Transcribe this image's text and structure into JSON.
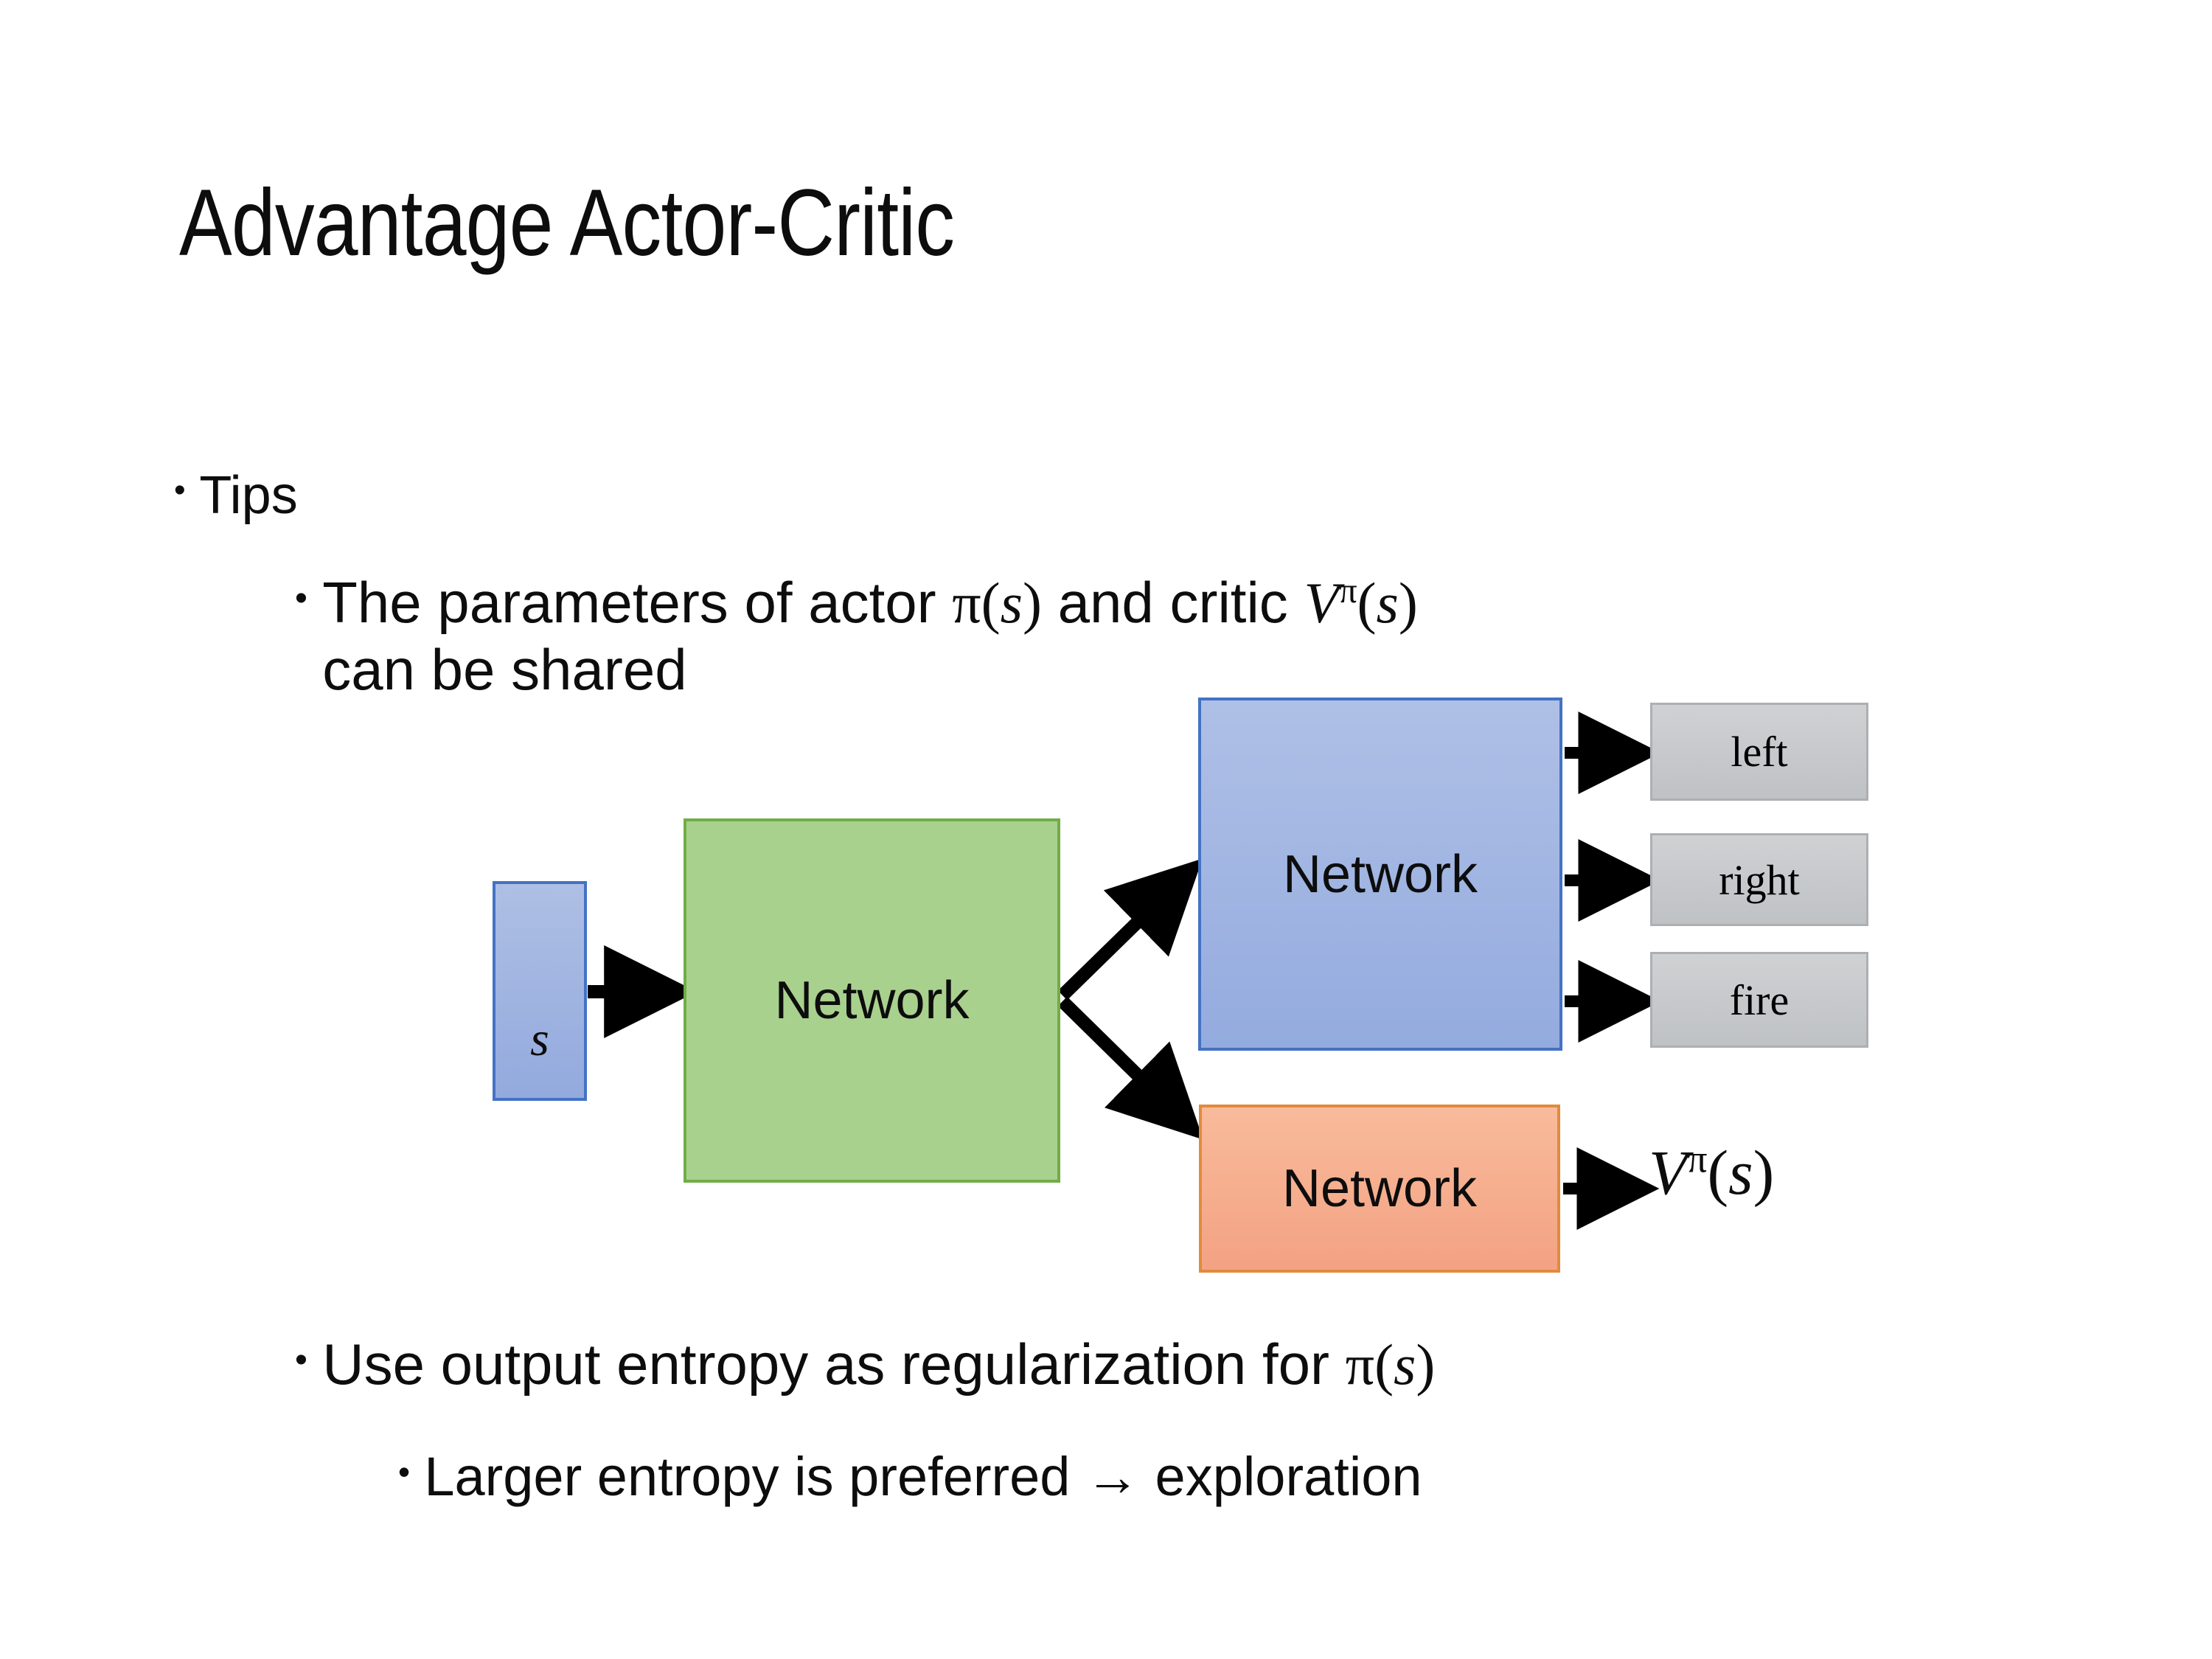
{
  "slide": {
    "title": "Advantage Actor-Critic",
    "background_color": "#ffffff"
  },
  "bullets": {
    "tips": {
      "marker": "•",
      "text": "Tips"
    },
    "parameters": {
      "marker": "•",
      "text_part1": "The parameters of actor ",
      "math_pi_s": "π(s)",
      "text_part2": "  and critic ",
      "math_v_pi_s": "Vπ(s)",
      "text_line2": "can be shared"
    },
    "entropy": {
      "marker": "•",
      "text": "Use output entropy as regularization for ",
      "math_pi_s": "π(s)"
    },
    "larger": {
      "marker": "•",
      "text": "Larger entropy is preferred → exploration"
    }
  },
  "diagram": {
    "state_box": {
      "label": "s",
      "fill_color": "#9DB5E0",
      "border_color": "#4472C4"
    },
    "shared_network": {
      "label": "Network",
      "fill_color": "#A9D18E",
      "border_color": "#70AD47"
    },
    "actor_network": {
      "label": "Network",
      "fill_color": "#9DB5E0",
      "border_color": "#4472C4"
    },
    "critic_network": {
      "label": "Network",
      "fill_color": "#F4A582",
      "border_color": "#E18B3C"
    },
    "action_outputs": [
      {
        "label": "left",
        "fill_color": "#C7C9CB",
        "border_color": "#ADB0B3"
      },
      {
        "label": "right",
        "fill_color": "#C7C9CB",
        "border_color": "#ADB0B3"
      },
      {
        "label": "fire",
        "fill_color": "#C7C9CB",
        "border_color": "#ADB0B3"
      }
    ],
    "value_output": {
      "label": "Vπ(s)",
      "base": "V",
      "superscript": "π",
      "argument": "(s)"
    },
    "arrow_color": "#000000"
  },
  "symbols": {
    "pi": "π",
    "s": "s",
    "V": "V",
    "right_arrow": "→",
    "bullet_dot": "•"
  }
}
